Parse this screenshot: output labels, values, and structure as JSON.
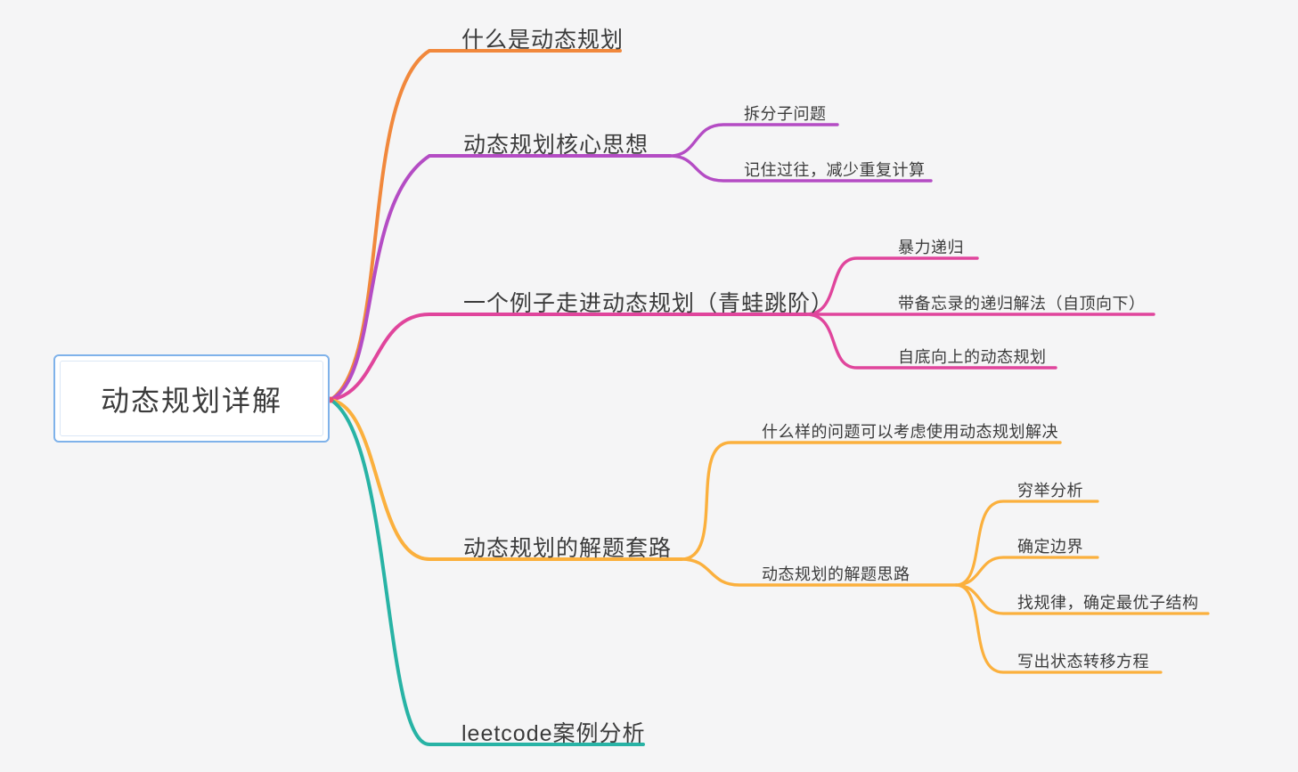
{
  "root": {
    "label": "动态规划详解",
    "border_color": "#7fb2ea",
    "dot_color": "#ea4c6c"
  },
  "canvas": {
    "background": "#f5f5f6",
    "text_color": "#3b3b3b"
  },
  "branches": [
    {
      "label": "什么是动态规划",
      "color": "#f1883c",
      "children": []
    },
    {
      "label": "动态规划核心思想",
      "color": "#b44cc4",
      "children": [
        {
          "label": "拆分子问题"
        },
        {
          "label": "记住过往，减少重复计算"
        }
      ]
    },
    {
      "label": "一个例子走进动态规划（青蛙跳阶）",
      "color": "#e0459c",
      "children": [
        {
          "label": "暴力递归"
        },
        {
          "label": "带备忘录的递归解法（自顶向下）"
        },
        {
          "label": "自底向上的动态规划"
        }
      ]
    },
    {
      "label": "动态规划的解题套路",
      "color": "#fbb03d",
      "children": [
        {
          "label": "什么样的问题可以考虑使用动态规划解决"
        },
        {
          "label": "动态规划的解题思路",
          "children": [
            {
              "label": "穷举分析"
            },
            {
              "label": "确定边界"
            },
            {
              "label": "找规律，确定最优子结构"
            },
            {
              "label": "写出状态转移方程"
            }
          ]
        }
      ]
    },
    {
      "label": "leetcode案例分析",
      "color": "#28b3a5",
      "children": []
    }
  ]
}
